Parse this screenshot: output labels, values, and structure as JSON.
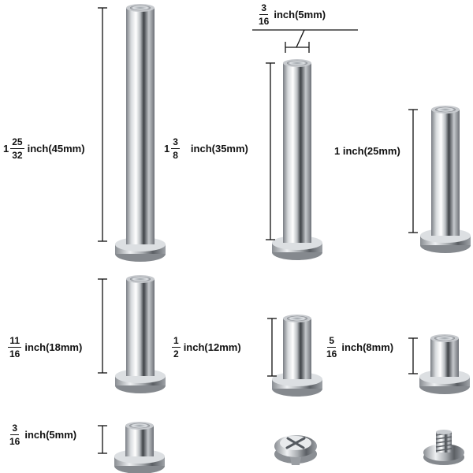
{
  "labels": {
    "s45": {
      "whole": "1",
      "num": "25",
      "den": "32",
      "text": "inch(45mm)"
    },
    "s35": {
      "whole": "1",
      "num": "3",
      "den": "8",
      "text": "inch(35mm)"
    },
    "s25": {
      "text": "1 inch(25mm)"
    },
    "s18": {
      "num": "11",
      "den": "16",
      "text": "inch(18mm)"
    },
    "s12": {
      "num": "1",
      "den": "2",
      "text": "inch(12mm)"
    },
    "s8": {
      "num": "5",
      "den": "16",
      "text": "inch(8mm)"
    },
    "s5": {
      "num": "3",
      "den": "16",
      "text": "inch(5mm)"
    },
    "diameter": {
      "num": "3",
      "den": "16",
      "text": "inch(5mm)"
    }
  },
  "icons": [
    "screw-post-icon",
    "screw-cap-icon",
    "threaded-screw-icon"
  ],
  "colors": {
    "metal_dark": "#6b6f75",
    "metal_light": "#f4f5f6",
    "text": "#111111"
  }
}
